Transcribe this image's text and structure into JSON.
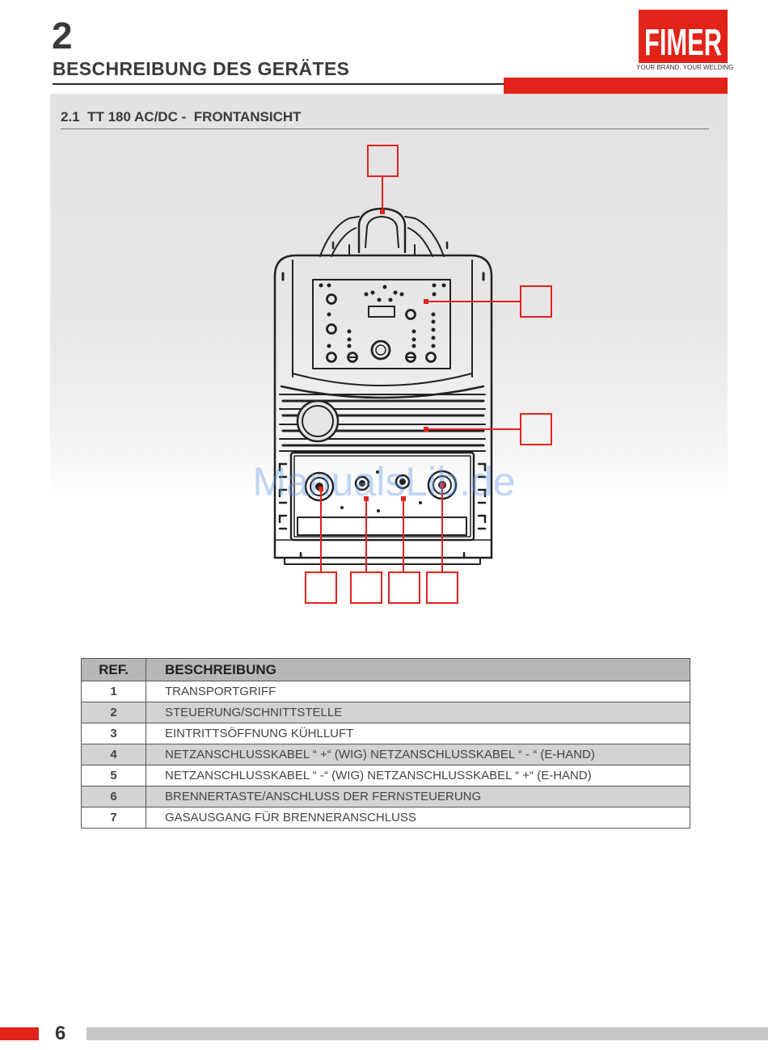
{
  "header": {
    "chapter_number": "2",
    "chapter_title": "BESCHREIBUNG DES GERÄTES"
  },
  "logo": {
    "brand": "FIMER",
    "tagline": "YOUR BRAND. YOUR WELDING"
  },
  "colors": {
    "accent_red": "#e2231a",
    "table_header_bg": "#b7b7b7",
    "table_alt_row_bg": "#d3d3d3"
  },
  "section": {
    "title": "2.1  TT 180 AC/DC -  FRONTANSICHT"
  },
  "watermark": {
    "text": "ManualsLib.de"
  },
  "table": {
    "headers": {
      "ref": "REF.",
      "description": "BESCHREIBUNG"
    },
    "rows": [
      {
        "ref": "1",
        "description": "TRANSPORTGRIFF"
      },
      {
        "ref": "2",
        "description": "STEUERUNG/SCHNITTSTELLE"
      },
      {
        "ref": "3",
        "description": "EINTRITTSÖFFNUNG KÜHLLUFT"
      },
      {
        "ref": "4",
        "description": "NETZANSCHLUSSKABEL “ +“ (WIG) NETZANSCHLUSSKABEL “ - “ (E-HAND)"
      },
      {
        "ref": "5",
        "description": "NETZANSCHLUSSKABEL “ -“ (WIG) NETZANSCHLUSSKABEL “ +“ (E-HAND)"
      },
      {
        "ref": "6",
        "description": "BRENNERTASTE/ANSCHLUSS DER FERNSTEUERUNG"
      },
      {
        "ref": "7",
        "description": "GASAUSGANG FÜR BRENNERANSCHLUSS"
      }
    ]
  },
  "footer": {
    "page_number": "6"
  }
}
